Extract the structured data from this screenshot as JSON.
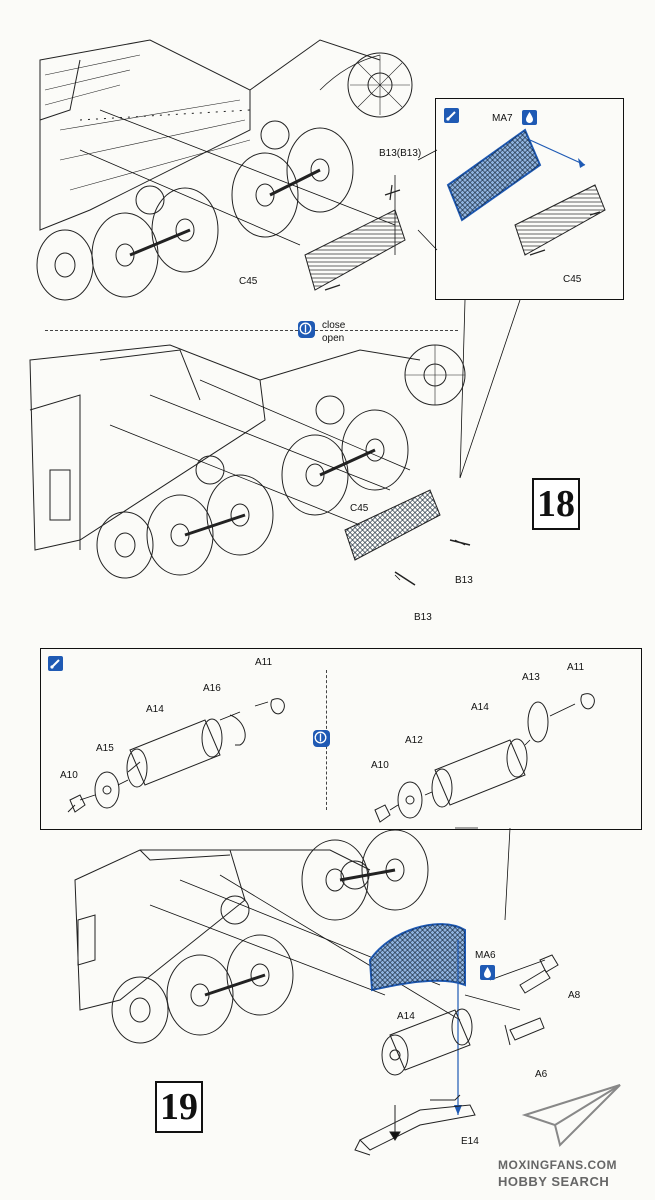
{
  "step18": {
    "number": "18",
    "labels": {
      "b13_b13": "B13(B13)",
      "c45_top": "C45",
      "ma7": "MA7",
      "c45_inset": "C45",
      "close": "close",
      "open": "open",
      "c45_lower": "C45",
      "b13_right": "B13",
      "b13_bottom": "B13"
    }
  },
  "step19": {
    "number": "19",
    "labels": {
      "a11_left": "A11",
      "a16": "A16",
      "a14_left": "A14",
      "a15": "A15",
      "a10_left": "A10",
      "a11_right": "A11",
      "a13": "A13",
      "a14_right": "A14",
      "a12": "A12",
      "a10_right": "A10",
      "ma6": "MA6",
      "a8": "A8",
      "a14_main": "A14",
      "a6": "A6",
      "e14": "E14"
    }
  },
  "watermark": {
    "line1": "MOXINGFANS.COM",
    "line2": "HOBBY SEARCH"
  },
  "colors": {
    "accent": "#1f5ab4",
    "ink": "#111111",
    "paper": "#fbfbf8"
  },
  "icons": [
    "glue-icon",
    "paint-icon",
    "option-toggle-icon"
  ]
}
